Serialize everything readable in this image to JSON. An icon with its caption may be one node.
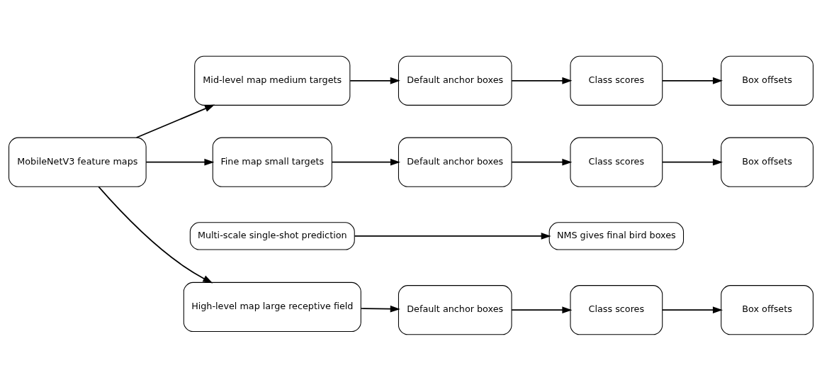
{
  "diagram": {
    "nodes": [
      {
        "text": [
          "MobileNetV3 feature maps"
        ]
      },
      {
        "text": [
          "High-level map large receptive field"
        ]
      },
      {
        "text": [
          "Default anchor boxes"
        ]
      },
      {
        "text": [
          "Class scores"
        ]
      },
      {
        "text": [
          "Box offsets"
        ]
      },
      {
        "text": [
          "Mid-level map medium targets"
        ]
      },
      {
        "text": [
          "Default anchor boxes"
        ]
      },
      {
        "text": [
          "Class scores"
        ]
      },
      {
        "text": [
          "Box offsets"
        ]
      },
      {
        "text": [
          "Fine map small targets"
        ]
      },
      {
        "text": [
          "Default anchor boxes"
        ]
      },
      {
        "text": [
          "Class scores"
        ]
      },
      {
        "text": [
          "Box offsets"
        ]
      },
      {
        "text": [
          "Multi-scale single-shot prediction"
        ]
      },
      {
        "text": [
          "NMS gives final bird boxes"
        ]
      }
    ],
    "edges": [
      {
        "from": 0,
        "to": 1,
        "arrow": "to"
      },
      {
        "from": 0,
        "to": 5,
        "arrow": "to"
      },
      {
        "from": 0,
        "to": 9,
        "arrow": "to"
      },
      {
        "from": 1,
        "to": 2,
        "arrow": "to"
      },
      {
        "from": 2,
        "to": 3,
        "arrow": "to"
      },
      {
        "from": 3,
        "to": 4,
        "arrow": "to"
      },
      {
        "from": 5,
        "to": 6,
        "arrow": "to"
      },
      {
        "from": 6,
        "to": 7,
        "arrow": "to"
      },
      {
        "from": 7,
        "to": 8,
        "arrow": "to"
      },
      {
        "from": 9,
        "to": 10,
        "arrow": "to"
      },
      {
        "from": 10,
        "to": 11,
        "arrow": "to"
      },
      {
        "from": 11,
        "to": 12,
        "arrow": "to"
      },
      {
        "from": 13,
        "to": 14,
        "arrow": "to"
      }
    ]
  }
}
